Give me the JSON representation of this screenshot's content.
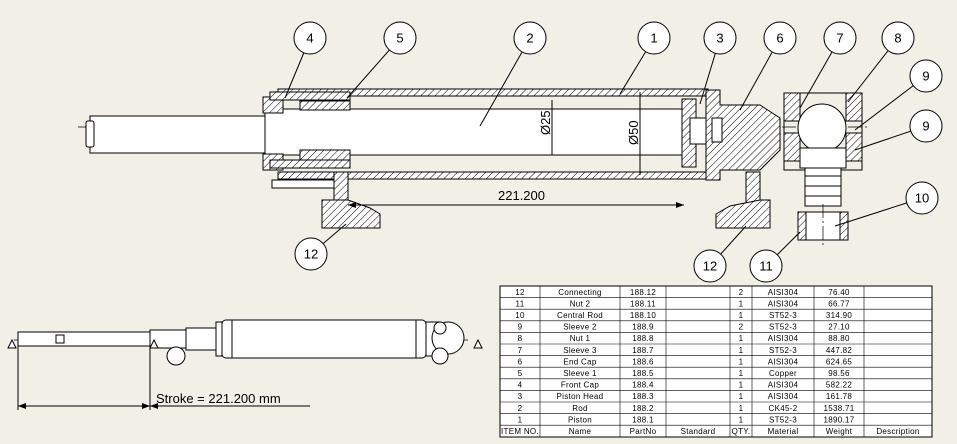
{
  "balloons": [
    "4",
    "5",
    "2",
    "1",
    "3",
    "6",
    "7",
    "8",
    "9",
    "9",
    "10",
    "11",
    "12",
    "12"
  ],
  "dims": {
    "length": "221.200",
    "dia_rod": "Ø25",
    "dia_bore": "Ø50",
    "stroke": "Stroke = 221.200 mm"
  },
  "bom": {
    "headers": [
      "ITEM NO.",
      "Name",
      "PartNo",
      "Standard",
      "QTY.",
      "Material",
      "Weight",
      "Description"
    ],
    "rows": [
      [
        "12",
        "Connecting",
        "188.12",
        "",
        "2",
        "AISI304",
        "76.40",
        ""
      ],
      [
        "11",
        "Nut 2",
        "188.11",
        "",
        "1",
        "AISI304",
        "66.77",
        ""
      ],
      [
        "10",
        "Central Rod",
        "188.10",
        "",
        "1",
        "ST52-3",
        "314.90",
        ""
      ],
      [
        "9",
        "Sleeve 2",
        "188.9",
        "",
        "2",
        "ST52-3",
        "27.10",
        ""
      ],
      [
        "8",
        "Nut 1",
        "188.8",
        "",
        "1",
        "AISI304",
        "88.80",
        ""
      ],
      [
        "7",
        "Sleeve 3",
        "188.7",
        "",
        "1",
        "ST52-3",
        "447.82",
        ""
      ],
      [
        "6",
        "End Cap",
        "188.6",
        "",
        "1",
        "AISI304",
        "624.65",
        ""
      ],
      [
        "5",
        "Sleeve 1",
        "188.5",
        "",
        "1",
        "Copper",
        "98.56",
        ""
      ],
      [
        "4",
        "Front Cap",
        "188.4",
        "",
        "1",
        "AISI304",
        "582.22",
        ""
      ],
      [
        "3",
        "Piston Head",
        "188.3",
        "",
        "1",
        "AISI304",
        "161.78",
        ""
      ],
      [
        "2",
        "Rod",
        "188.2",
        "",
        "1",
        "CK45-2",
        "1538.71",
        ""
      ],
      [
        "1",
        "Piston",
        "188.1",
        "",
        "1",
        "ST52-3",
        "1890.17",
        ""
      ]
    ]
  }
}
